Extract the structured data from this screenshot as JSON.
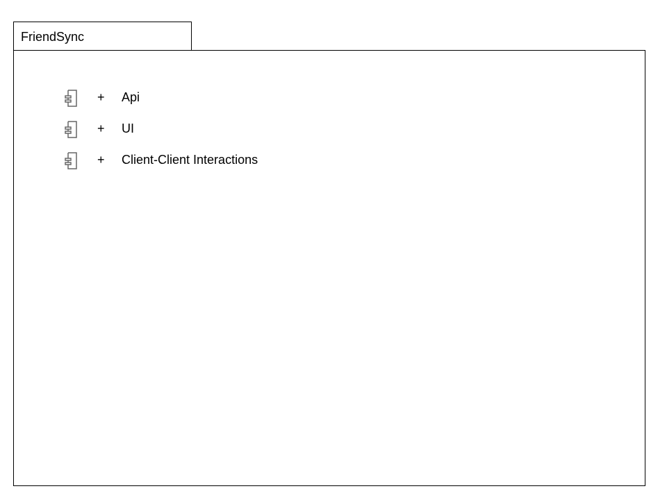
{
  "package": {
    "name": "FriendSync",
    "members": [
      {
        "visibility": "+",
        "label": "Api",
        "icon": "component-icon"
      },
      {
        "visibility": "+",
        "label": "UI",
        "icon": "component-icon"
      },
      {
        "visibility": "+",
        "label": "Client-Client Interactions",
        "icon": "component-icon"
      }
    ]
  },
  "colors": {
    "line": "#000000",
    "icon": "#666666",
    "background": "#ffffff"
  }
}
